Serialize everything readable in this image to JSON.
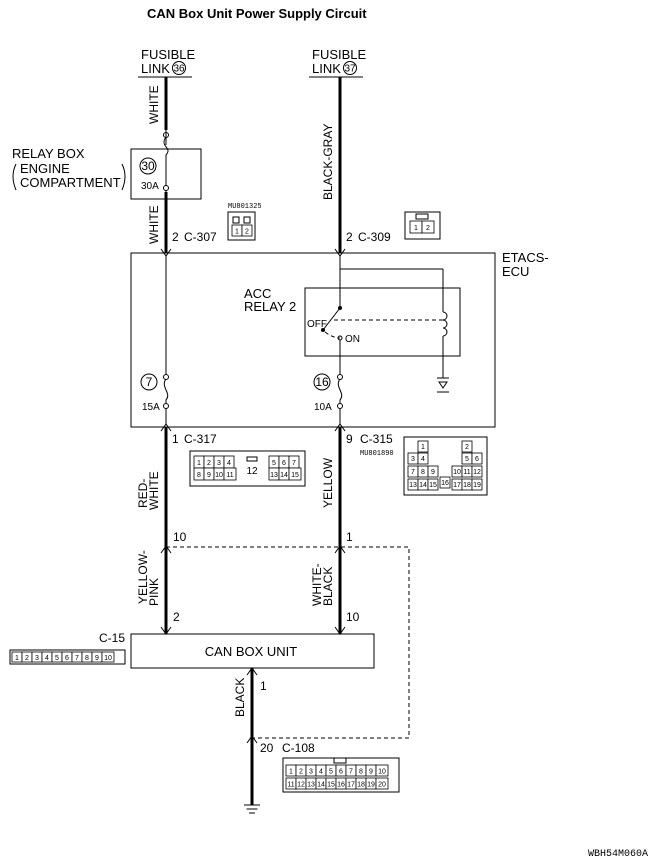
{
  "title": "CAN Box Unit Power Supply Circuit",
  "figure_code": "WBH54M060A",
  "fusible_link_36": {
    "line1": "FUSIBLE",
    "line2": "LINK",
    "num": "36"
  },
  "fusible_link_37": {
    "line1": "FUSIBLE",
    "line2": "LINK",
    "num": "37"
  },
  "relay_box": {
    "line1": "RELAY BOX",
    "line2": "ENGINE",
    "line3": "COMPARTMENT",
    "fuse_num": "30",
    "fuse_rating": "30A"
  },
  "wires": {
    "white_top": "WHITE",
    "white_mid": "WHITE",
    "black_gray": "BLACK-GRAY",
    "red_white_1": "RED-",
    "red_white_2": "WHITE",
    "yellow": "YELLOW",
    "yellow_pink_1": "YELLOW-",
    "yellow_pink_2": "PINK",
    "white_black_1": "WHITE-",
    "white_black_2": "BLACK",
    "black": "BLACK"
  },
  "connectors": {
    "c307": {
      "pin": "2",
      "name": "C-307",
      "part": "MU801325",
      "cells": [
        "1",
        "2"
      ]
    },
    "c309": {
      "pin": "2",
      "name": "C-309",
      "cells": [
        "1",
        "2"
      ]
    },
    "c317": {
      "pin": "1",
      "name": "C-317",
      "row1": [
        "1",
        "2",
        "3",
        "4",
        "",
        "12",
        "",
        "5",
        "6",
        "7"
      ],
      "row2": [
        "8",
        "9",
        "10",
        "11",
        "",
        "",
        "",
        "13",
        "14",
        "15"
      ],
      "center": "12"
    },
    "c315": {
      "pin": "9",
      "name": "C-315",
      "part": "MU801890"
    },
    "c15": {
      "name": "C-15",
      "cells": [
        "1",
        "2",
        "3",
        "4",
        "5",
        "6",
        "7",
        "8",
        "9",
        "10"
      ]
    },
    "c108": {
      "pin": "20",
      "name": "C-108",
      "row1": [
        "1",
        "2",
        "3",
        "4",
        "5",
        "6",
        "7",
        "8",
        "9",
        "10"
      ],
      "row2": [
        "11",
        "12",
        "13",
        "14",
        "15",
        "16",
        "17",
        "18",
        "19",
        "20"
      ]
    }
  },
  "c315_cells": {
    "a": "1",
    "b": "2",
    "c": "3",
    "d": "4",
    "e": "5",
    "f": "6",
    "g": "7",
    "h": "8",
    "i": "9",
    "j": "10",
    "k": "11",
    "l": "12",
    "m": "13",
    "n": "14",
    "o": "15",
    "p": "16",
    "q": "17",
    "r": "18",
    "s": "19"
  },
  "etacs": {
    "line1": "ETACS-",
    "line2": "ECU",
    "fuse7_num": "7",
    "fuse7_rating": "15A",
    "fuse16_num": "16",
    "fuse16_rating": "10A"
  },
  "relay": {
    "line1": "ACC",
    "line2": "RELAY 2",
    "off": "OFF",
    "on": "ON"
  },
  "pins": {
    "p10": "10",
    "p1_mid": "1",
    "p2": "2",
    "p10_b": "10",
    "p1_can": "1"
  },
  "can_box": {
    "label": "CAN BOX UNIT"
  }
}
